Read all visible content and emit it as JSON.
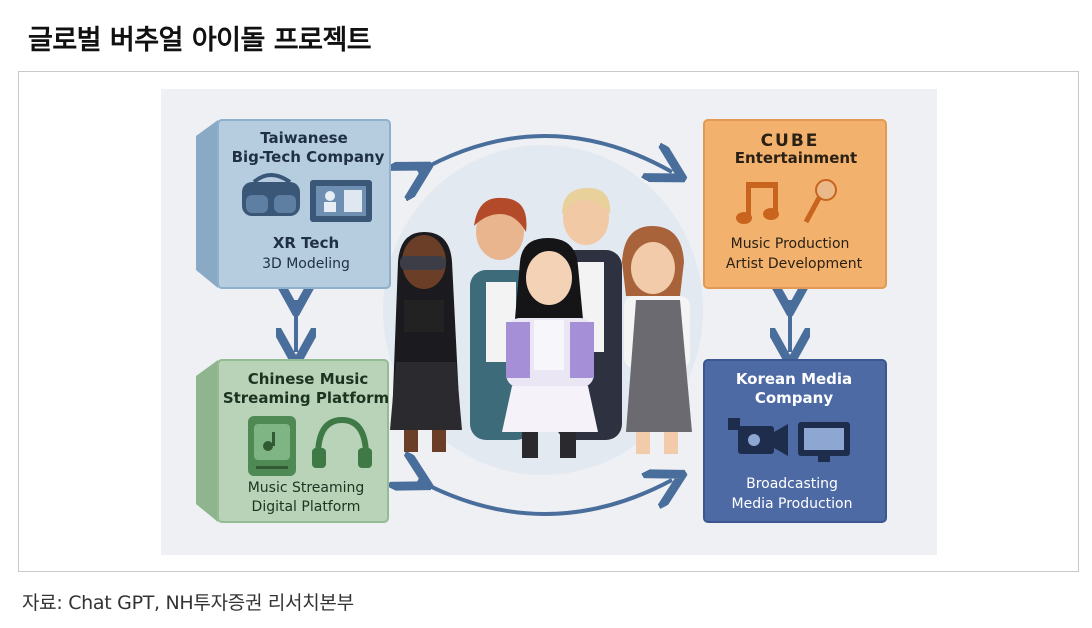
{
  "title": "글로벌 버추얼 아이돌 프로젝트",
  "source": "자료: Chat GPT, NH투자증권 리서치본부",
  "nodes": [
    {
      "id": "taiwan",
      "title": [
        "Taiwanese",
        "Big-Tech Company"
      ],
      "desc": [
        "XR Tech",
        "3D Modeling"
      ],
      "color": "#b6cde0"
    },
    {
      "id": "cube",
      "brand": "CUBE",
      "title": [
        "Entertainment"
      ],
      "desc": [
        "Music Production",
        "Artist Development"
      ],
      "color": "#f2b26e"
    },
    {
      "id": "china",
      "title": [
        "Chinese Music",
        "Streaming Platform"
      ],
      "desc": [
        "Music Streaming",
        "Digital Platform"
      ],
      "color": "#b8d3b8"
    },
    {
      "id": "korea",
      "title": [
        "Korean Media",
        "Company"
      ],
      "desc": [
        "Broadcasting",
        "Media Production"
      ],
      "color": "#4d6aa5"
    }
  ],
  "icons": [
    "vr-headset-icon",
    "virtual-presenter-icon",
    "music-note-icon",
    "microphone-icon",
    "music-app-icon",
    "headphones-icon",
    "video-camera-icon",
    "monitor-icon"
  ],
  "colors": {
    "arrow": "#4a6e9c",
    "panel": "#eef0f3"
  }
}
